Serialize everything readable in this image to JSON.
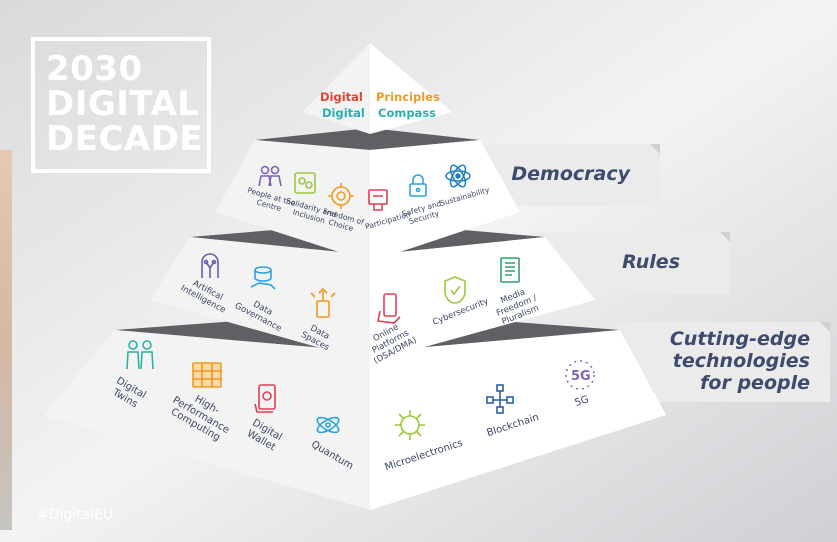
{
  "title": {
    "line1": "2030",
    "line2": "DIGITAL",
    "line3": "DECADE"
  },
  "hashtag": "#DigitalEU",
  "apex": {
    "left_top": "Digital",
    "left_bottom": "Digital",
    "right_top": "Principles",
    "right_bottom": "Compass",
    "colors": {
      "red": "#e0452f",
      "teal": "#2bb0b2",
      "orange": "#f19a28"
    }
  },
  "tiers": {
    "democracy": {
      "label": "Democracy",
      "left_items": [
        {
          "label": "People at the Centre",
          "icon": "people-icon",
          "color": "#7a63b8"
        },
        {
          "label": "Solidarity and Inclusion",
          "icon": "solidarity-icon",
          "color": "#9cc83c"
        },
        {
          "label": "Freedom of Choice",
          "icon": "choice-icon",
          "color": "#f39a1f"
        }
      ],
      "right_items": [
        {
          "label": "Participation",
          "icon": "participation-icon",
          "color": "#e33d54"
        },
        {
          "label": "Safety and Security",
          "icon": "lock-icon",
          "color": "#2aa4df"
        },
        {
          "label": "Sustainability",
          "icon": "atom-icon",
          "color": "#1f7fc0"
        }
      ]
    },
    "rules": {
      "label": "Rules",
      "left_items": [
        {
          "label": "Artifical Intelligence",
          "icon": "ai-brain-icon",
          "color": "#6b5bb4"
        },
        {
          "label": "Data Governance",
          "icon": "data-hand-icon",
          "color": "#2aa4df"
        },
        {
          "label": "Data Spaces",
          "icon": "data-spaces-icon",
          "color": "#f39a1f"
        }
      ],
      "right_items": [
        {
          "label": "Online Platforms (DSA/DMA)",
          "icon": "phone-hand-icon",
          "color": "#e33d54"
        },
        {
          "label": "Cybersecurity",
          "icon": "shield-icon",
          "color": "#9cc83c"
        },
        {
          "label": "Media Freedom / Pluralism",
          "icon": "newspaper-icon",
          "color": "#2aa36a"
        }
      ]
    },
    "tech": {
      "label_line1": "Cutting-edge",
      "label_line2": "technologies",
      "label_line3": "for people",
      "left_items": [
        {
          "label": "Digital Twins",
          "icon": "twins-icon",
          "color": "#2bb5a0"
        },
        {
          "label": "High-Performance Computing",
          "icon": "hpc-icon",
          "color": "#f39a1f"
        },
        {
          "label": "Digital Wallet",
          "icon": "wallet-icon",
          "color": "#e33d54"
        },
        {
          "label": "Quantum",
          "icon": "quantum-icon",
          "color": "#2aa4df"
        }
      ],
      "right_items": [
        {
          "label": "Microelectronics",
          "icon": "chip-icon",
          "color": "#9cc83c"
        },
        {
          "label": "Blockchain",
          "icon": "blockchain-icon",
          "color": "#2b5ea7"
        },
        {
          "label": "5G",
          "icon": "5g-icon",
          "color": "#7a63b8"
        }
      ]
    }
  },
  "colors": {
    "background": "#e9e9ea",
    "face_left": "#f3f3f4",
    "face_right": "#ffffff",
    "shadow": "#5f6064",
    "text": "#3b4665"
  }
}
